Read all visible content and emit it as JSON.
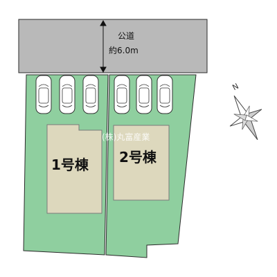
{
  "road": {
    "label": "公道",
    "width": "約6.0m"
  },
  "buildings": [
    {
      "label": "1号棟"
    },
    {
      "label": "2号棟"
    }
  ],
  "watermark": "(株)丸富産業",
  "compass": {
    "label": "N"
  },
  "parking": {
    "lot1_spaces": 3,
    "lot2_spaces": 3
  },
  "colors": {
    "road": "#b9b9b9",
    "lot": "#8fcf9f",
    "building": "#ddd8bd",
    "outline": "#2a2a2a"
  }
}
